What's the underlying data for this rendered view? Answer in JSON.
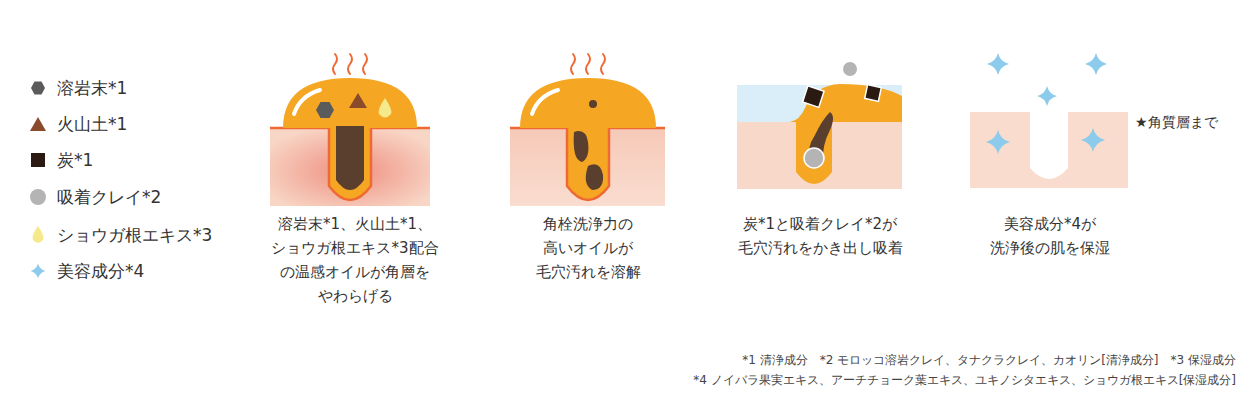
{
  "diagram": {
    "labels": [
      "溶岩末*1、火山土*1、 ショウガ根エキス*3配合 の温感オイルが角層を やわらげる",
      "角栓洗浄力の 高いオイルが 毛穴汚れを溶解",
      "炭*1と吸着クレイ*2が 毛穴汚れをかき出し吸着",
      "美容成分*4が 洗浄後の肌を保湿",
      "★角質層まで",
      "*1 清浄成分　*2 モロッコ溶岩クレイ、タナクラクレイ、カオリン[清浄成分]　*3 保湿成分",
      "*4 ノイバラ果実エキス、アーチチョーク葉エキス、ユキノシタエキス、ショウガ根エキス[保湿成分]"
    ],
    "legend": [
      {
        "text": "溶岩末*1"
      },
      {
        "text": "火山土*1"
      },
      {
        "text": "炭*1"
      },
      {
        "text": "吸着クレイ*2"
      },
      {
        "text": "ショウガ根エキス*3"
      },
      {
        "text": "美容成分*4"
      }
    ]
  }
}
